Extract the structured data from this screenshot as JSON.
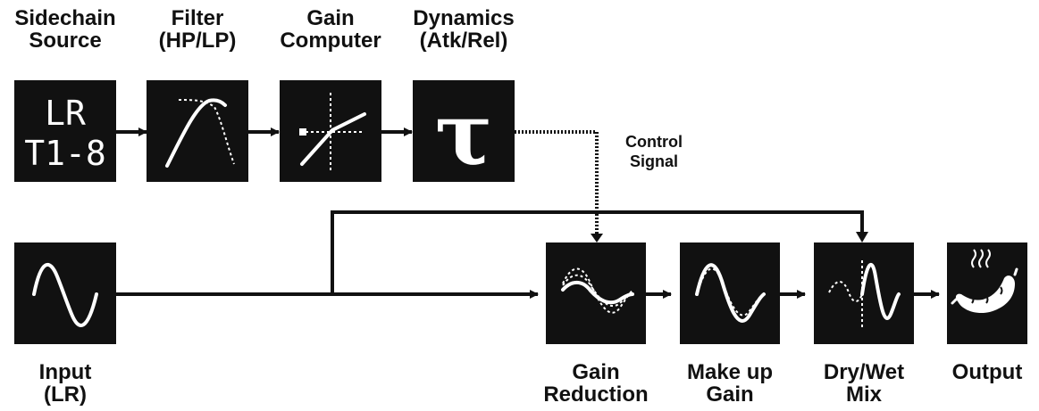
{
  "colors": {
    "block": "#111111",
    "icon": "#ffffff",
    "line": "#111111"
  },
  "blocks": {
    "sidechain_source": {
      "label": [
        "Sidechain",
        "Source"
      ],
      "text": [
        "LR",
        "T1-8"
      ],
      "icon": "text"
    },
    "filter": {
      "label": [
        "Filter",
        "(HP/LP)"
      ],
      "icon": "filter-curve-icon"
    },
    "gain_computer": {
      "label": [
        "Gain",
        "Computer"
      ],
      "icon": "transfer-curve-icon"
    },
    "dynamics": {
      "label": [
        "Dynamics",
        "(Atk/Rel)"
      ],
      "icon": "tau-icon",
      "glyph": "τ"
    },
    "input": {
      "label": [
        "Input",
        "(LR)"
      ],
      "icon": "sine-wave-icon"
    },
    "gain_reduction": {
      "label": [
        "Gain",
        "Reduction"
      ],
      "icon": "gain-reduction-wave-icon"
    },
    "makeup_gain": {
      "label": [
        "Make up",
        "Gain"
      ],
      "icon": "makeup-gain-wave-icon"
    },
    "dry_wet_mix": {
      "label": [
        "Dry/Wet",
        "Mix"
      ],
      "icon": "dry-wet-wave-icon"
    },
    "output": {
      "label": [
        "Output"
      ],
      "icon": "sausage-icon"
    }
  },
  "control_signal": {
    "label": [
      "Control",
      "Signal"
    ]
  }
}
